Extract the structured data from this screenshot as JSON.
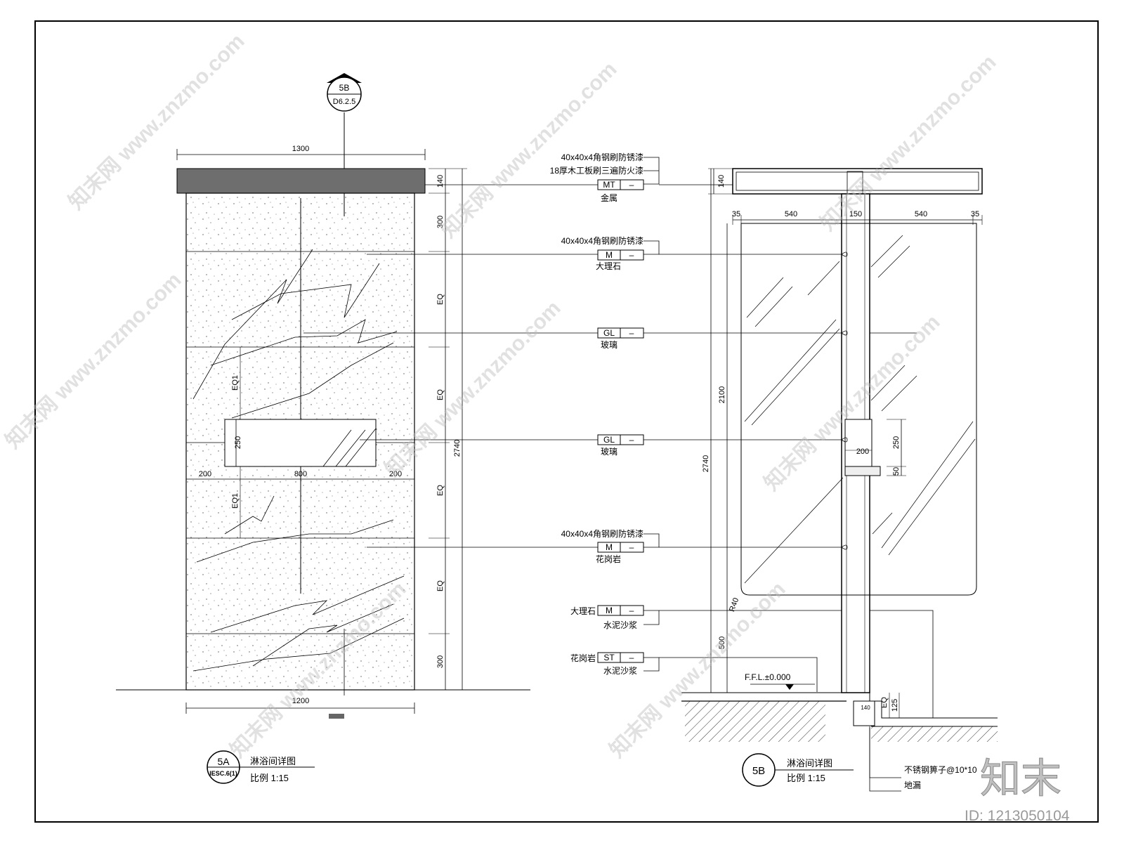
{
  "section_marker": {
    "top": "5B",
    "bottom": "D6.2.5"
  },
  "elevation_5a": {
    "dims": {
      "top_width": "1300",
      "bottom_width": "1200",
      "cap": "140",
      "s1": "300",
      "s2": "EQ",
      "s3": "EQ",
      "s4": "EQ",
      "s5": "EQ",
      "s6": "300",
      "total": "2740",
      "niche_h": "250",
      "niche_left": "200",
      "niche_w": "800",
      "niche_right": "200",
      "eq1_top": "EQ1",
      "eq1_bottom": "EQ1"
    },
    "title_badge": "5A",
    "title_badge_sub": "IESC.6(1)",
    "title": "淋浴间详图",
    "scale": "比例 1:15"
  },
  "material_tags": [
    {
      "above1": "40x40x4角钢刷防锈漆",
      "above2": "18厚木工板刷三遍防火漆",
      "code": "MT",
      "sep": "–",
      "below": "金属"
    },
    {
      "above1": "40x40x4角钢刷防锈漆",
      "code": "M",
      "sep": "–",
      "below": "大理石"
    },
    {
      "code": "GL",
      "sep": "–",
      "below": "玻璃"
    },
    {
      "code": "GL",
      "sep": "–",
      "below": "玻璃"
    },
    {
      "above1": "40x40x4角钢刷防锈漆",
      "code": "M",
      "sep": "–",
      "below": "花岗岩"
    },
    {
      "left": "大理石",
      "code": "M",
      "sep": "–",
      "below": "水泥沙浆"
    },
    {
      "left": "花岗岩",
      "code": "ST",
      "sep": "–",
      "below": "水泥沙浆"
    }
  ],
  "section_5b": {
    "dims": {
      "cap": "140",
      "left_edge": "35",
      "left_panel": "540",
      "center": "150",
      "right_panel": "540",
      "right_edge": "35",
      "glass_h": "2100",
      "total": "2740",
      "base": "500",
      "niche_depth": "200",
      "niche_h": "250",
      "shelf": "50",
      "radius": "R40",
      "drain_w": "140",
      "eq": "EQ",
      "step": "125"
    },
    "ffl": "F.F.L.±0.000",
    "drain_grate": "不锈钢箅子@10*10",
    "drain": "地漏",
    "title_badge": "5B",
    "title": "淋浴间详图",
    "scale": "比例 1:15"
  },
  "watermark": {
    "logo": "知末",
    "id": "ID: 1213050104",
    "site": "知末网 www.znzmo.com"
  }
}
